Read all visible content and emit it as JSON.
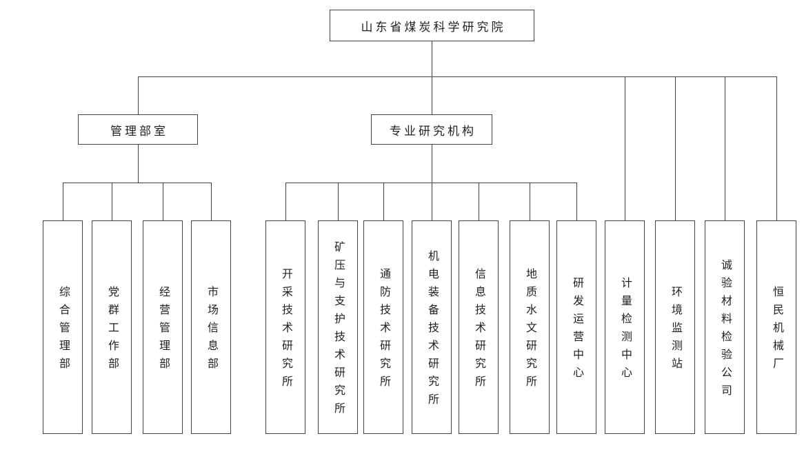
{
  "org_chart": {
    "root": {
      "label": "山东省煤炭科学研究院"
    },
    "branches": [
      {
        "label": "管理部室",
        "children": [
          "综合管理部",
          "党群工作部",
          "经营管理部",
          "市场信息部"
        ]
      },
      {
        "label": "专业研究机构",
        "children": [
          "开采技术研究所",
          "矿压与支护技术研究所",
          "通防技术研究所",
          "机电装备技术研究所",
          "信息技术研究所",
          "地质水文研究所",
          "研发运营中心"
        ]
      }
    ],
    "direct_units": [
      "计量检测中心",
      "环境监测站",
      "诚验材料检验公司",
      "恒民机械厂"
    ],
    "colors": {
      "line": "#3f3f3f",
      "box_border": "#3f3f3f",
      "background": "#ffffff",
      "text": "#1f1f1f"
    }
  }
}
